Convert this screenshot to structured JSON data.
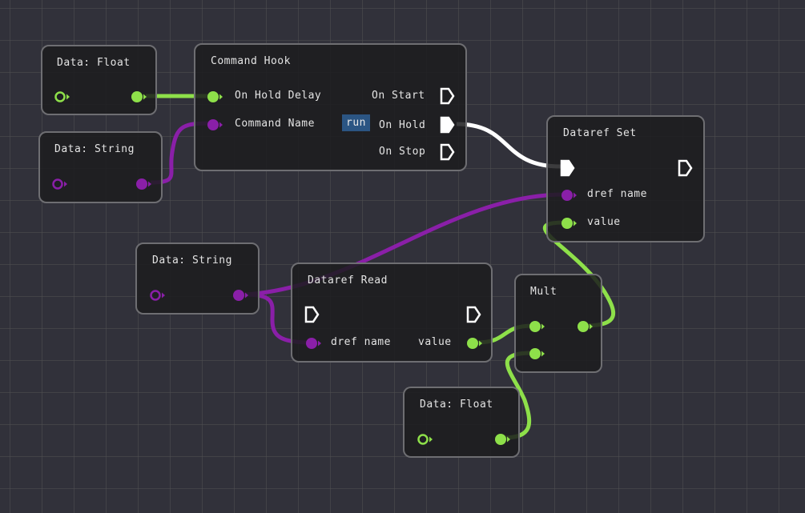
{
  "colors": {
    "float": "#8ee04a",
    "string": "#8a1fa8",
    "exec": "#ffffff",
    "badge": "#2b5583"
  },
  "nodes": {
    "float1": {
      "title": "Data: Float"
    },
    "string1": {
      "title": "Data: String"
    },
    "command_hook": {
      "title": "Command Hook",
      "inputs": [
        "On Hold Delay",
        "Command Name"
      ],
      "command_value": "run",
      "outputs": [
        "On Start",
        "On Hold",
        "On Stop"
      ]
    },
    "dataref_set": {
      "title": "Dataref Set",
      "inputs": [
        "dref name",
        "value"
      ]
    },
    "string2": {
      "title": "Data: String"
    },
    "dataref_read": {
      "title": "Dataref Read",
      "input": "dref name",
      "output": "value"
    },
    "mult": {
      "title": "Mult"
    },
    "float2": {
      "title": "Data: Float"
    }
  },
  "links": [
    {
      "from": "Data: Float.out",
      "to": "Command Hook.On Hold Delay",
      "type": "float"
    },
    {
      "from": "Data: String.out",
      "to": "Command Hook.Command Name",
      "type": "string"
    },
    {
      "from": "Command Hook.On Hold",
      "to": "Dataref Set.exec",
      "type": "exec"
    },
    {
      "from": "Data: String(2).out",
      "to": "Dataref Set.dref name",
      "type": "string"
    },
    {
      "from": "Data: String(2).out",
      "to": "Dataref Read.dref name",
      "type": "string"
    },
    {
      "from": "Dataref Read.value",
      "to": "Mult.in1",
      "type": "float"
    },
    {
      "from": "Data: Float(2).out",
      "to": "Mult.in2",
      "type": "float"
    },
    {
      "from": "Mult.out",
      "to": "Dataref Set.value",
      "type": "float"
    }
  ]
}
